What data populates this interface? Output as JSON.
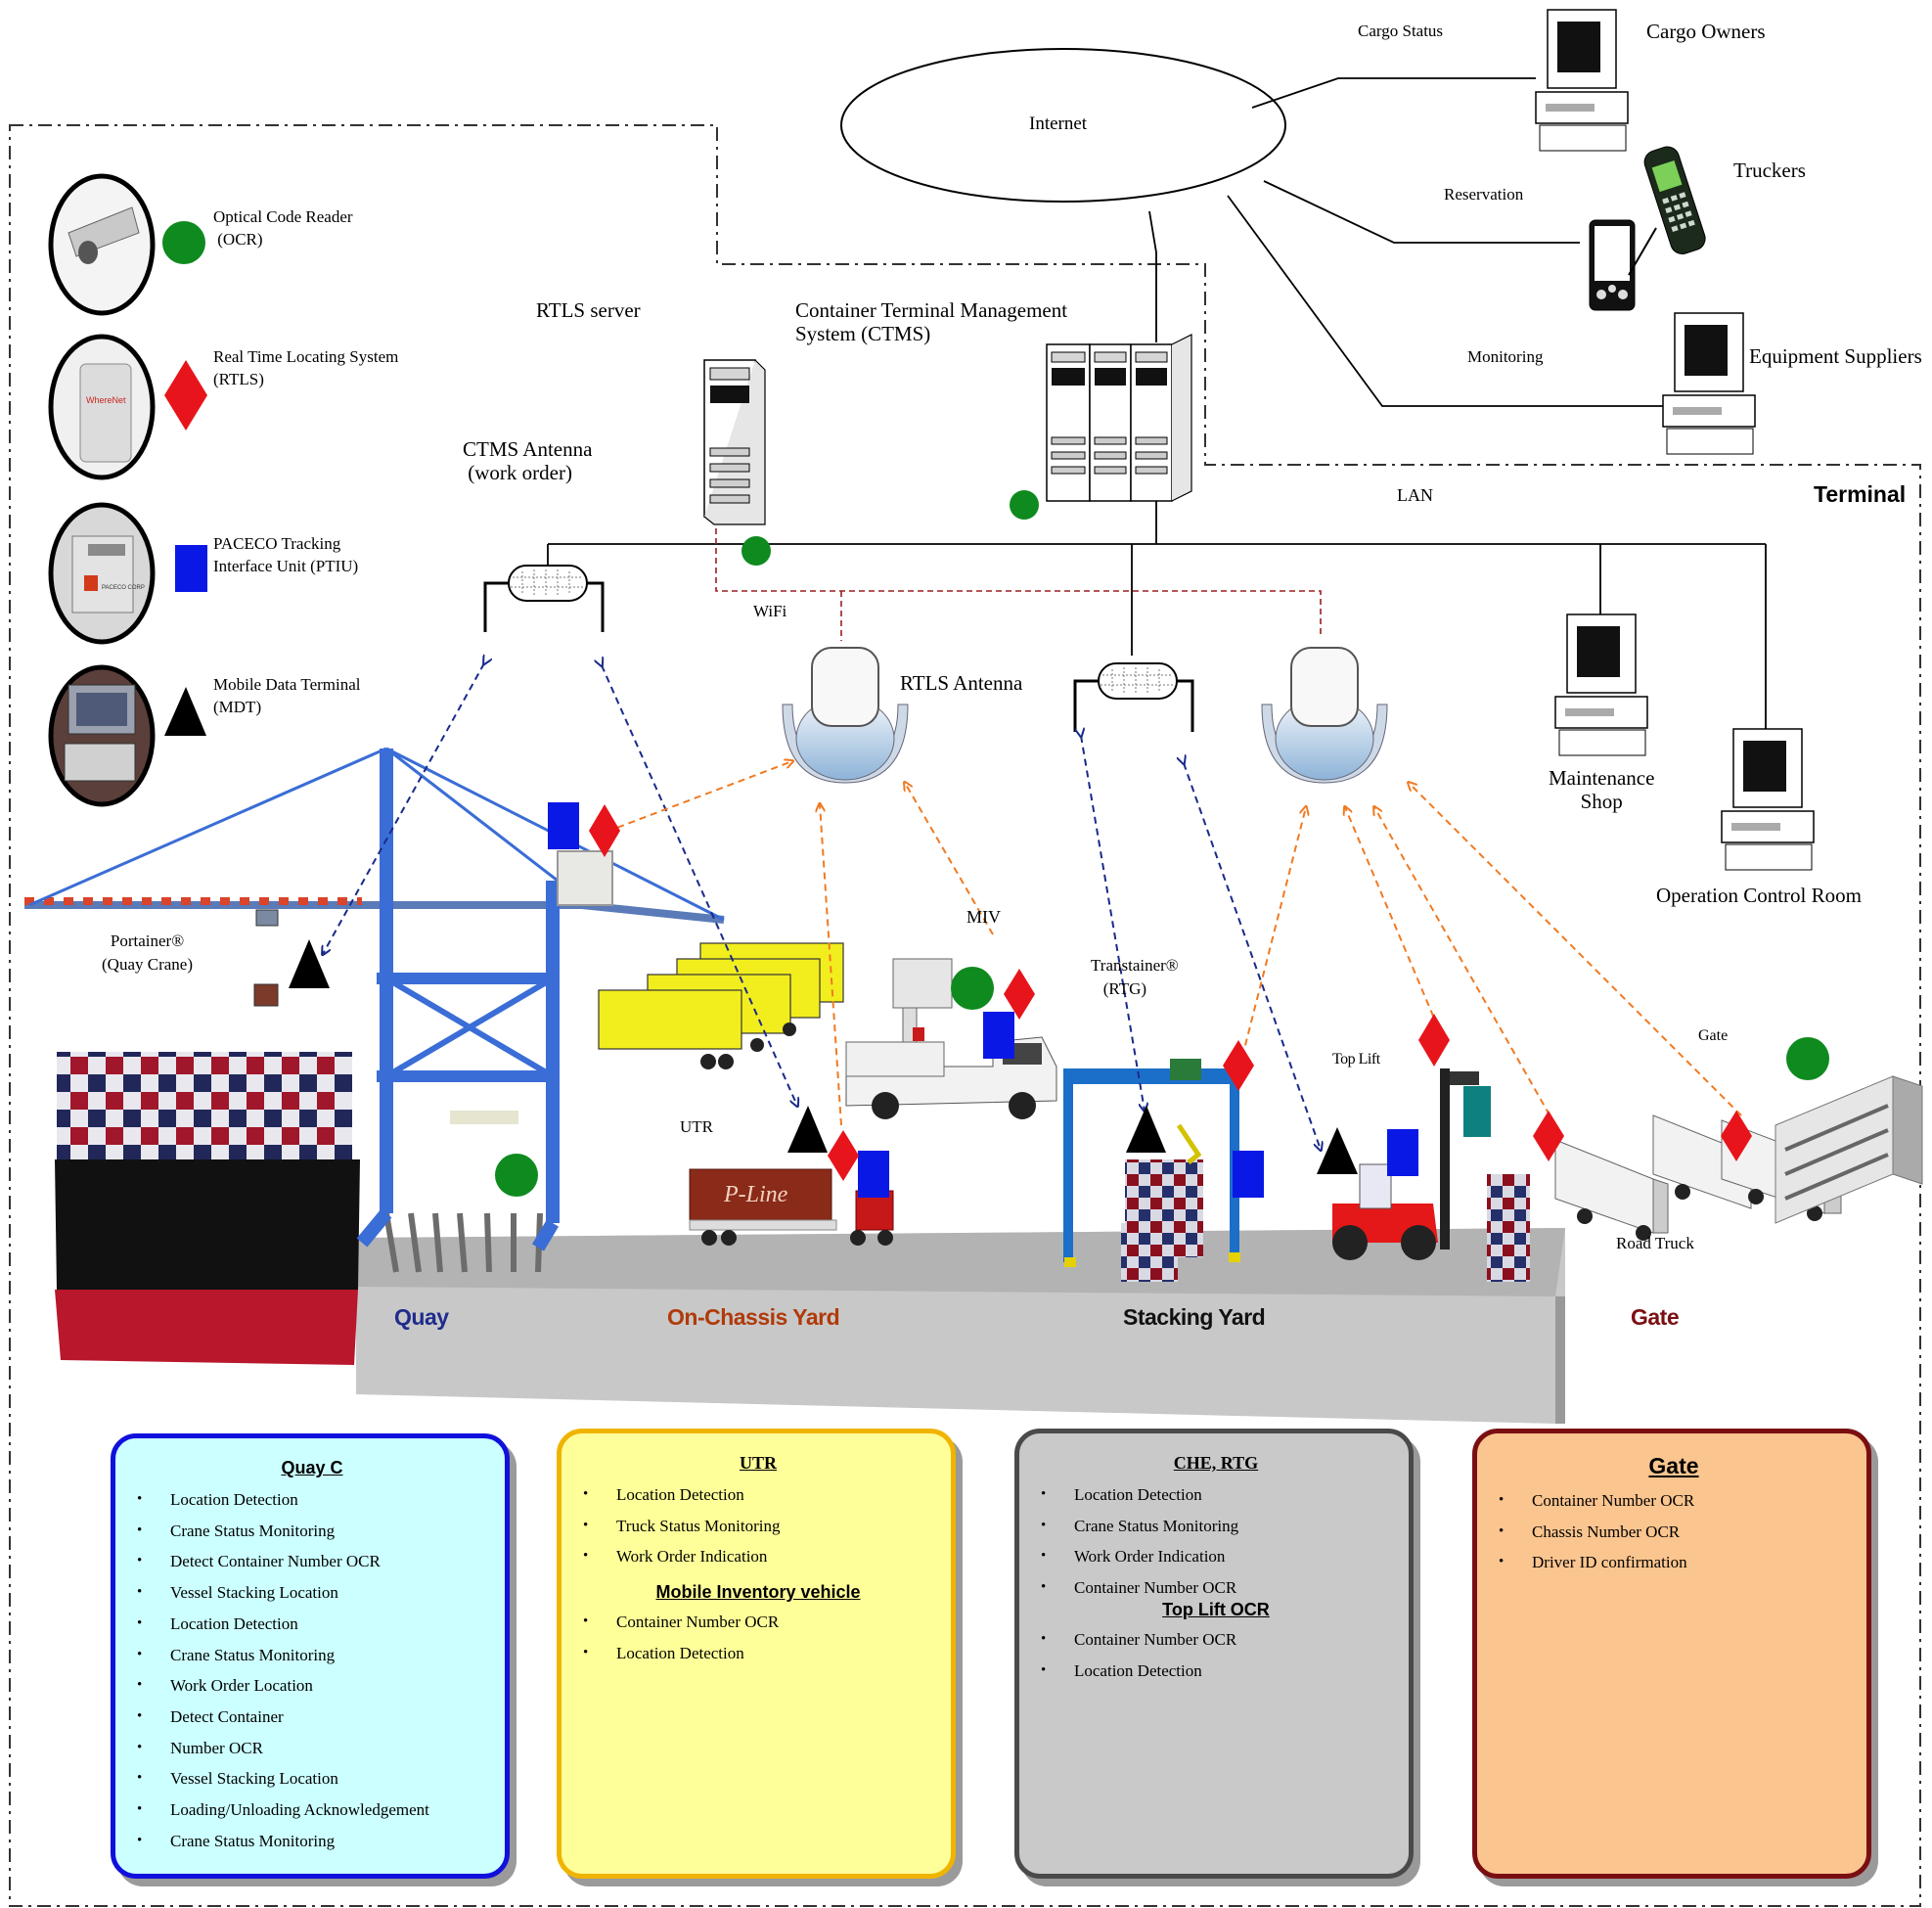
{
  "network": {
    "internet": "Internet",
    "cargo_status": "Cargo Status",
    "cargo_owners": "Cargo Owners",
    "reservation": "Reservation",
    "truckers": "Truckers",
    "monitoring": "Monitoring",
    "equipment_suppliers": "Equipment Suppliers",
    "lan": "LAN",
    "terminal": "Terminal",
    "rtls_server": "RTLS server",
    "ctms": "Container Terminal Management\nSystem (CTMS)",
    "ctms_antenna": "CTMS Antenna\n (work order)",
    "wifi": "WiFi",
    "rtls_antenna": "RTLS Antenna",
    "maintenance_shop": "Maintenance\nShop",
    "operation_control_room": "Operation Control Room"
  },
  "legend": [
    {
      "icon": "green-circle",
      "label": "Optical Code Reader\n (OCR)",
      "photo": "camera"
    },
    {
      "icon": "red-diamond",
      "label": "Real Time Locating System\n(RTLS)",
      "photo": "rtls-tag",
      "photo_text": "WhereNet"
    },
    {
      "icon": "blue-square",
      "label": "PACECO Tracking\nInterface Unit (PTIU)",
      "photo": "ptiu",
      "photo_text": "PACECO CORP"
    },
    {
      "icon": "black-triangle",
      "label": "Mobile Data Terminal\n(MDT)",
      "photo": "mdt"
    }
  ],
  "equipment_labels": {
    "portainer": "Portainer®\n(Quay Crane)",
    "miv": "MIV",
    "transtainer": "Transtainer®\n   (RTG)",
    "utr": "UTR",
    "top_lift": "Top Lift",
    "gate": "Gate",
    "road_truck": "Road Truck",
    "p_line": "P-Line"
  },
  "zones": [
    {
      "name": "Quay",
      "color": "#1f2c8c"
    },
    {
      "name": "On-Chassis Yard",
      "color": "#b03a0a"
    },
    {
      "name": "Stacking Yard",
      "color": "#111111"
    },
    {
      "name": "Gate",
      "color": "#7a0f12"
    }
  ],
  "boxes": {
    "quay": {
      "title": "Quay C",
      "items": [
        "Location Detection",
        "Crane Status Monitoring",
        "Detect Container Number OCR",
        "Vessel Stacking Location",
        "Location Detection",
        "Crane Status Monitoring",
        "Work Order Location",
        "Detect Container",
        "Number OCR",
        "Vessel Stacking Location",
        "Loading/Unloading Acknowledgement",
        "Crane Status Monitoring"
      ]
    },
    "utr": {
      "title": "UTR",
      "items": [
        "Location Detection",
        "Truck Status Monitoring",
        "Work Order Indication"
      ],
      "sub_title": "Mobile Inventory vehicle",
      "sub_items": [
        "Container Number OCR",
        "Location Detection"
      ]
    },
    "che": {
      "title": "CHE, RTG",
      "items": [
        "Location Detection",
        "Crane Status Monitoring",
        "Work Order Indication",
        "Container Number OCR"
      ],
      "sub_title": "Top Lift OCR",
      "sub_items": [
        "Container Number OCR",
        "Location Detection"
      ]
    },
    "gate": {
      "title": "Gate",
      "items": [
        "Container Number OCR",
        "Chassis Number OCR",
        "Driver ID confirmation"
      ]
    }
  },
  "colors": {
    "ocr": "#0f8a1e",
    "rtls": "#e8141c",
    "ptiu": "#0a18e6",
    "mdt": "#000000",
    "rtls_link": "#f07a22",
    "ctms_link": "#1a2a8a",
    "box_quay_bg": "#ccffff",
    "box_quay_border": "#1010dd",
    "box_utr_bg": "#ffff99",
    "box_utr_border": "#f0b400",
    "box_che_bg": "#c9c9c9",
    "box_che_border": "#4a4a4a",
    "box_gate_bg": "#fbc58f",
    "box_gate_border": "#7a0f12"
  }
}
